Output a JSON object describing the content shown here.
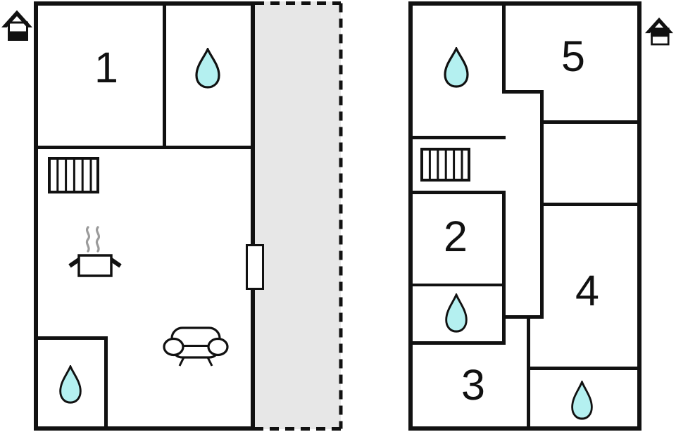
{
  "title": "vacation-home-floor-plan",
  "colors": {
    "wall": "#111111",
    "terrace_fill": "#e7e7e7",
    "drop_fill": "#b4f0f0",
    "steam": "#9b9b9b",
    "background": "#ffffff"
  },
  "ground_floor": {
    "name": "ground floor",
    "house_icon": "house-lower-level",
    "room_labels": {
      "room1": "1"
    },
    "icons": {
      "bath_top": "water-drop",
      "bath_bottom": "water-drop",
      "stairs": "stairs",
      "kitchen": "cooking-pot",
      "living_room": "sofa",
      "entrance": "door",
      "terrace": "terrace-dashed-area"
    }
  },
  "upper_floor": {
    "name": "upper floor",
    "house_icon": "house-upper-level",
    "room_labels": {
      "room2": "2",
      "room3": "3",
      "room4": "4",
      "room5": "5"
    },
    "icons": {
      "bath_top": "water-drop",
      "bath_mid": "water-drop",
      "bath_bottom": "water-drop",
      "stairs": "stairs"
    }
  }
}
